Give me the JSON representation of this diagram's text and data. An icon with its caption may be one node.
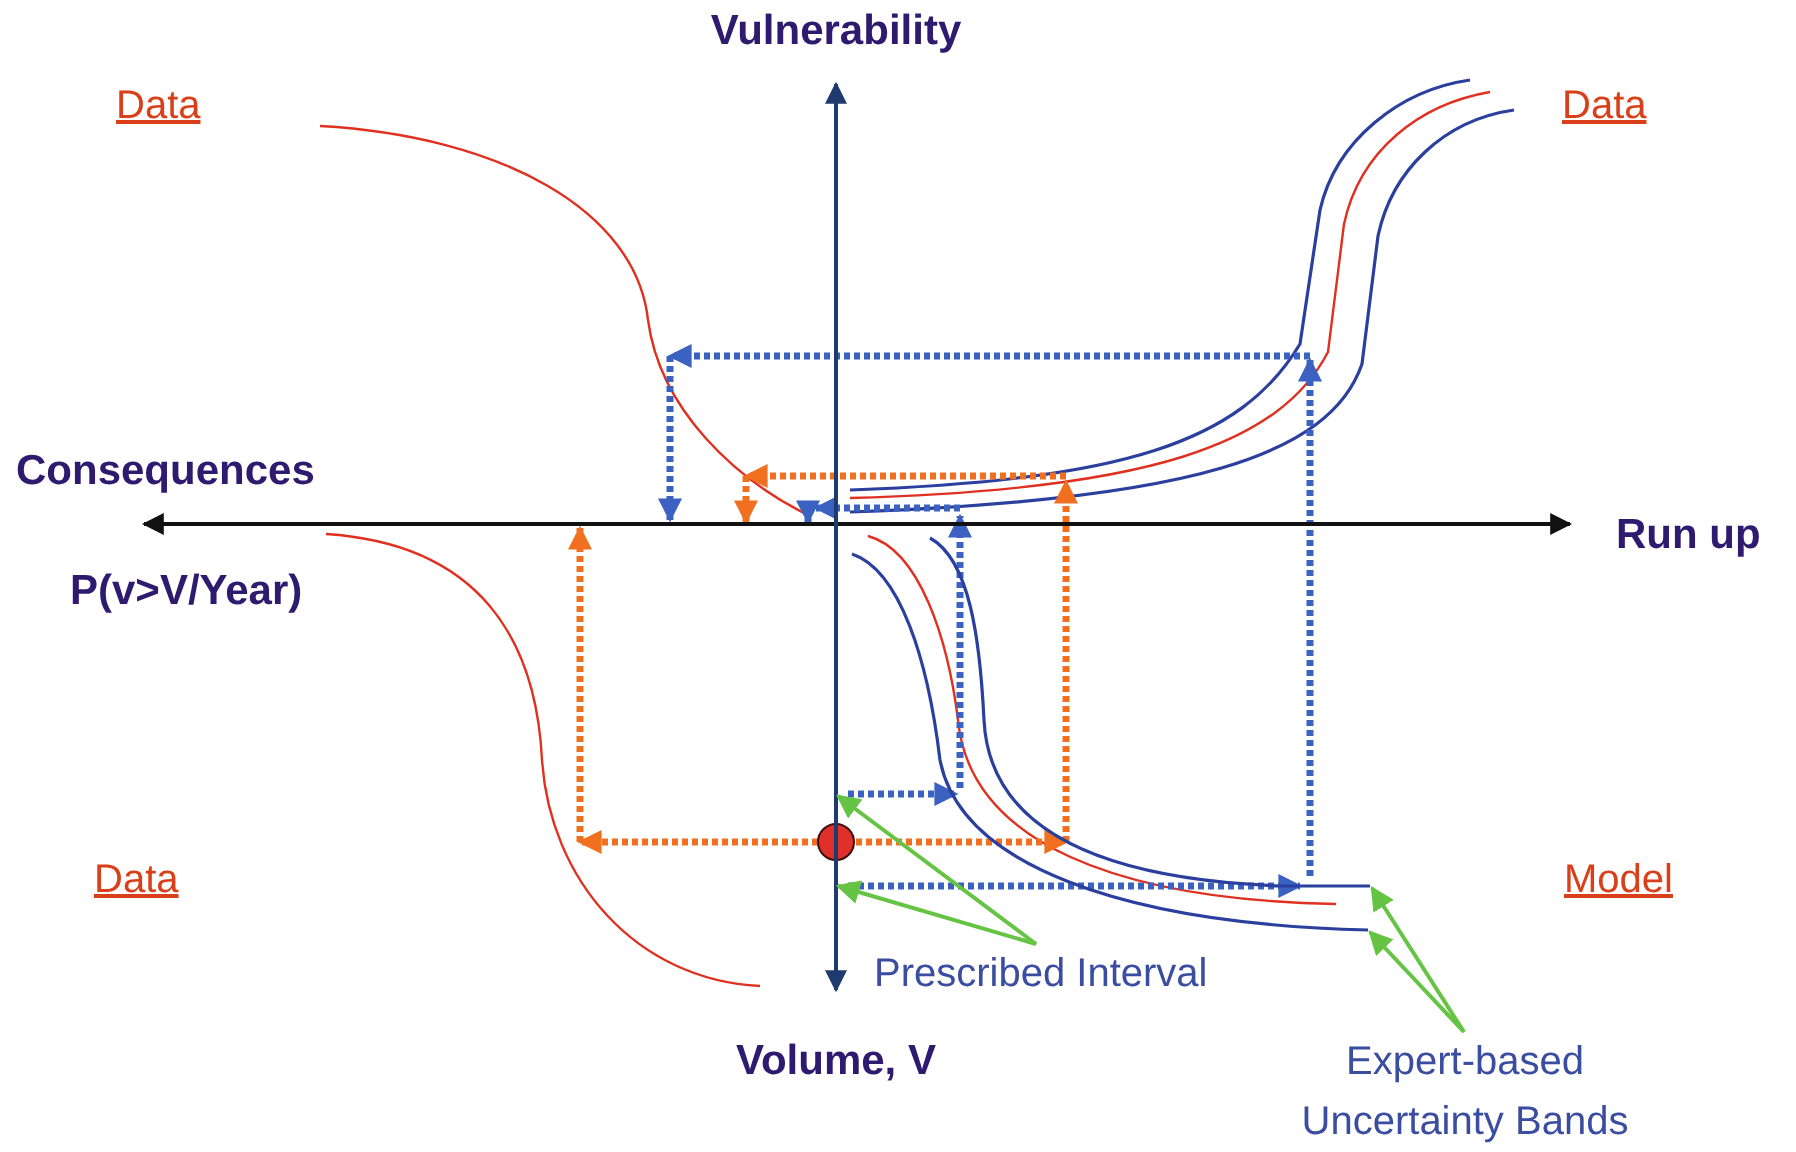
{
  "diagram": {
    "nodes": [
      {
        "text": [],
        "shape": "line",
        "beside": [
          "Vulnerability",
          "Volume, V"
        ]
      },
      {
        "text": [],
        "shape": "curve"
      },
      {
        "text": [
          "Prescribed Interval"
        ]
      },
      {
        "text": [
          "Expert-based Uncertainty Bands"
        ]
      }
    ],
    "edges": [
      {
        "from": 2,
        "to": 0,
        "arrow": "to"
      },
      {
        "from": 2,
        "to": 0,
        "arrow": "to"
      },
      {
        "from": 3,
        "to": 1,
        "arrow": "to"
      },
      {
        "from": 3,
        "to": 1,
        "arrow": "to"
      }
    ],
    "labels": [
      "Data",
      "Data",
      "Consequences",
      "Run up",
      "P(v>V/Year)",
      "Data",
      "Model"
    ]
  }
}
